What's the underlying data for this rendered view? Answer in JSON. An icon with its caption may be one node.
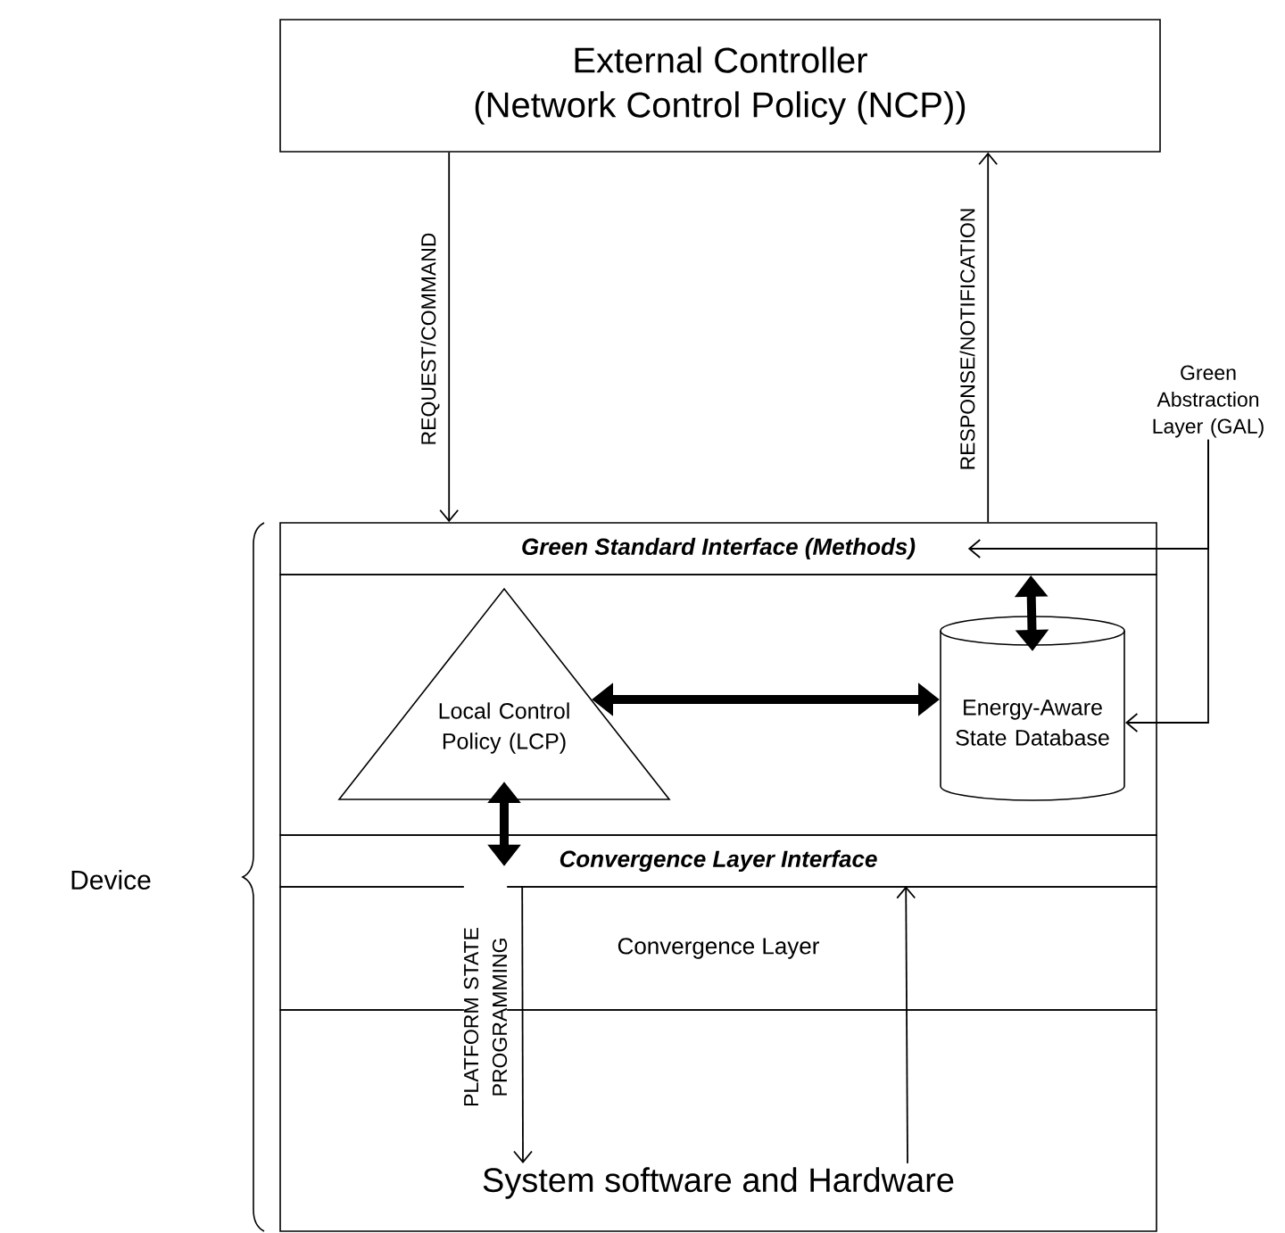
{
  "diagram": {
    "nodes": [
      {
        "text": [
          "External Controller",
          "(Network Control Policy (NCP))"
        ]
      },
      {
        "text": [
          "Green Standard Interface (Methods)"
        ]
      },
      {
        "text": [],
        "shape": "box"
      },
      {
        "text": [
          "Local Control Policy (LCP)"
        ],
        "in": 2
      },
      {
        "text": [
          "Energy-Aware State Database"
        ],
        "in": 2
      },
      {
        "text": [
          "Convergence Layer Interface"
        ]
      },
      {
        "text": [
          "Convergence Layer"
        ]
      },
      {
        "text": [
          "System software and Hardware"
        ]
      },
      {
        "text": [
          "Green Abstraction Layer (GAL)"
        ]
      }
    ],
    "edges": [
      {
        "from": 0,
        "to": 1,
        "arrow": "to",
        "label": "REQUEST/COMMAND"
      },
      {
        "from": 1,
        "to": 0,
        "arrow": "to",
        "label": "RESPONSE/NOTIFICATION"
      },
      {
        "from": 8,
        "to": 1,
        "arrow": "to"
      },
      {
        "from": 8,
        "to": 4,
        "arrow": "to"
      },
      {
        "from": 1,
        "to": 4,
        "arrow": "both",
        "style": "thick"
      },
      {
        "from": 3,
        "to": 4,
        "arrow": "both",
        "style": "thick"
      },
      {
        "from": 3,
        "to": 5,
        "arrow": "both",
        "style": "thick"
      },
      {
        "from": 6,
        "to": 7,
        "arrow": "to",
        "label": "PLATFORM STATE PROGRAMMING"
      },
      {
        "from": 7,
        "to": 6,
        "arrow": "to"
      }
    ],
    "labels": [
      "Device"
    ]
  }
}
